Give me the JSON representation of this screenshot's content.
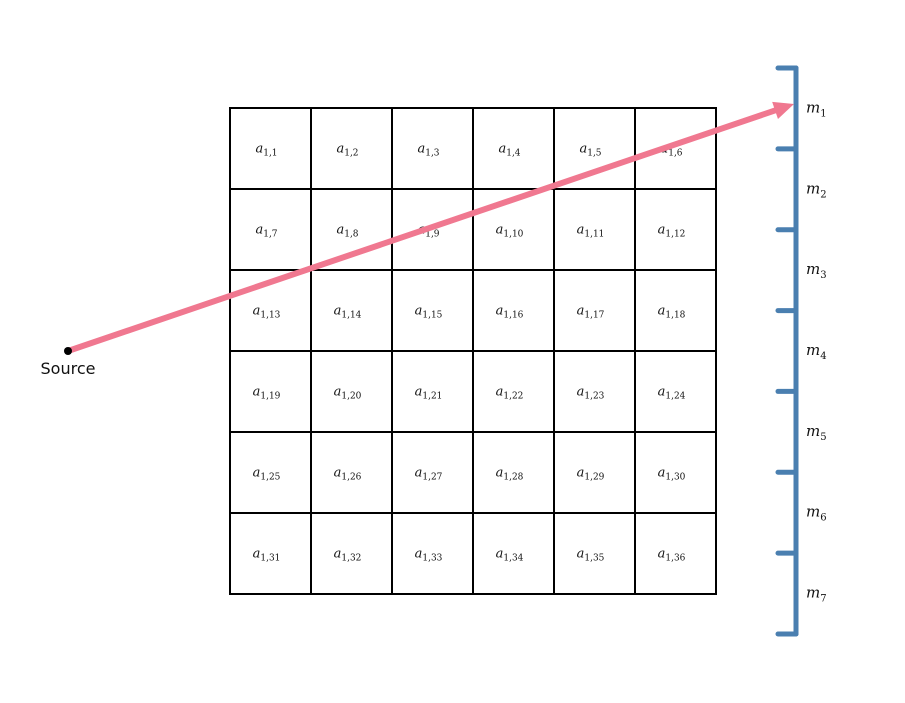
{
  "colors": {
    "grid": "#000000",
    "ray": "#f07890",
    "detector": "#4a7fb0",
    "source": "#000000",
    "background": "#ffffff"
  },
  "source": {
    "label": "Source"
  },
  "grid": {
    "rows": 6,
    "cols": 6,
    "cells": [
      {
        "base": "a",
        "sub": "1,1"
      },
      {
        "base": "a",
        "sub": "1,2"
      },
      {
        "base": "a",
        "sub": "1,3"
      },
      {
        "base": "a",
        "sub": "1,4"
      },
      {
        "base": "a",
        "sub": "1,5"
      },
      {
        "base": "a",
        "sub": "1,6"
      },
      {
        "base": "a",
        "sub": "1,7"
      },
      {
        "base": "a",
        "sub": "1,8"
      },
      {
        "base": "a",
        "sub": "1,9"
      },
      {
        "base": "a",
        "sub": "1,10"
      },
      {
        "base": "a",
        "sub": "1,11"
      },
      {
        "base": "a",
        "sub": "1,12"
      },
      {
        "base": "a",
        "sub": "1,13"
      },
      {
        "base": "a",
        "sub": "1,14"
      },
      {
        "base": "a",
        "sub": "1,15"
      },
      {
        "base": "a",
        "sub": "1,16"
      },
      {
        "base": "a",
        "sub": "1,17"
      },
      {
        "base": "a",
        "sub": "1,18"
      },
      {
        "base": "a",
        "sub": "1,19"
      },
      {
        "base": "a",
        "sub": "1,20"
      },
      {
        "base": "a",
        "sub": "1,21"
      },
      {
        "base": "a",
        "sub": "1,22"
      },
      {
        "base": "a",
        "sub": "1,23"
      },
      {
        "base": "a",
        "sub": "1,24"
      },
      {
        "base": "a",
        "sub": "1,25"
      },
      {
        "base": "a",
        "sub": "1,26"
      },
      {
        "base": "a",
        "sub": "1,27"
      },
      {
        "base": "a",
        "sub": "1,28"
      },
      {
        "base": "a",
        "sub": "1,29"
      },
      {
        "base": "a",
        "sub": "1,30"
      },
      {
        "base": "a",
        "sub": "1,31"
      },
      {
        "base": "a",
        "sub": "1,32"
      },
      {
        "base": "a",
        "sub": "1,33"
      },
      {
        "base": "a",
        "sub": "1,34"
      },
      {
        "base": "a",
        "sub": "1,35"
      },
      {
        "base": "a",
        "sub": "1,36"
      }
    ]
  },
  "detector": {
    "segments": [
      {
        "base": "m",
        "sub": "1"
      },
      {
        "base": "m",
        "sub": "2"
      },
      {
        "base": "m",
        "sub": "3"
      },
      {
        "base": "m",
        "sub": "4"
      },
      {
        "base": "m",
        "sub": "5"
      },
      {
        "base": "m",
        "sub": "6"
      },
      {
        "base": "m",
        "sub": "7"
      }
    ]
  }
}
